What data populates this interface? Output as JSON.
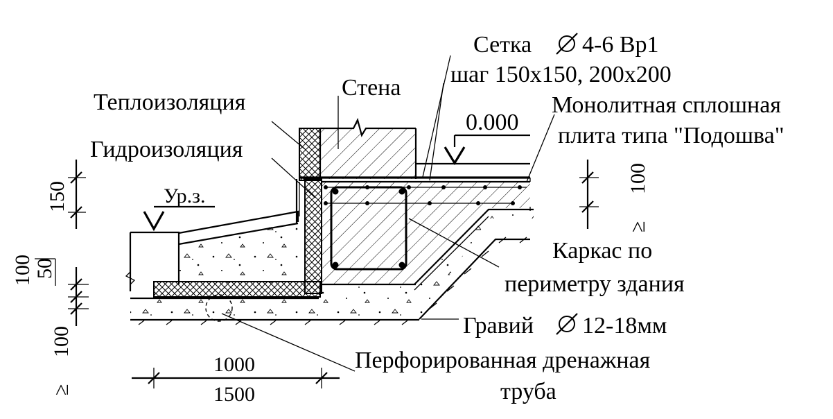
{
  "labels": {
    "mesh_line1": "Сетка",
    "mesh_line1_spec": "4-6 Вр1",
    "mesh_line2": "шаг 150х150, 200х200",
    "wall": "Стена",
    "thermal_insulation": "Теплоизоляция",
    "waterproofing": "Гидроизоляция",
    "slab_line1": "Монолитная сплошная",
    "slab_line2": "плита типа \"Подошва\"",
    "level_zero": "0.000",
    "ground_level": "Ур.з.",
    "cage_line1": "Каркас по",
    "cage_line2": "периметру здания",
    "gravel": "Гравий",
    "gravel_spec": "12-18мм",
    "pipe_line1": "Перфорированная дренажная",
    "pipe_line2": "труба"
  },
  "dimensions": {
    "d150": "150",
    "d100_top": "100",
    "d50": "50",
    "d100_stack": "100",
    "d100_bottom": "100",
    "d100_right": "100",
    "d1000": "1000",
    "d1500": "1500",
    "ge_symbol": "≥"
  },
  "colors": {
    "ink": "#000000",
    "paper": "#ffffff"
  },
  "icons": {
    "diameter": "diameter-icon",
    "level_marker": "level-triangle-icon",
    "break": "break-line-icon"
  }
}
